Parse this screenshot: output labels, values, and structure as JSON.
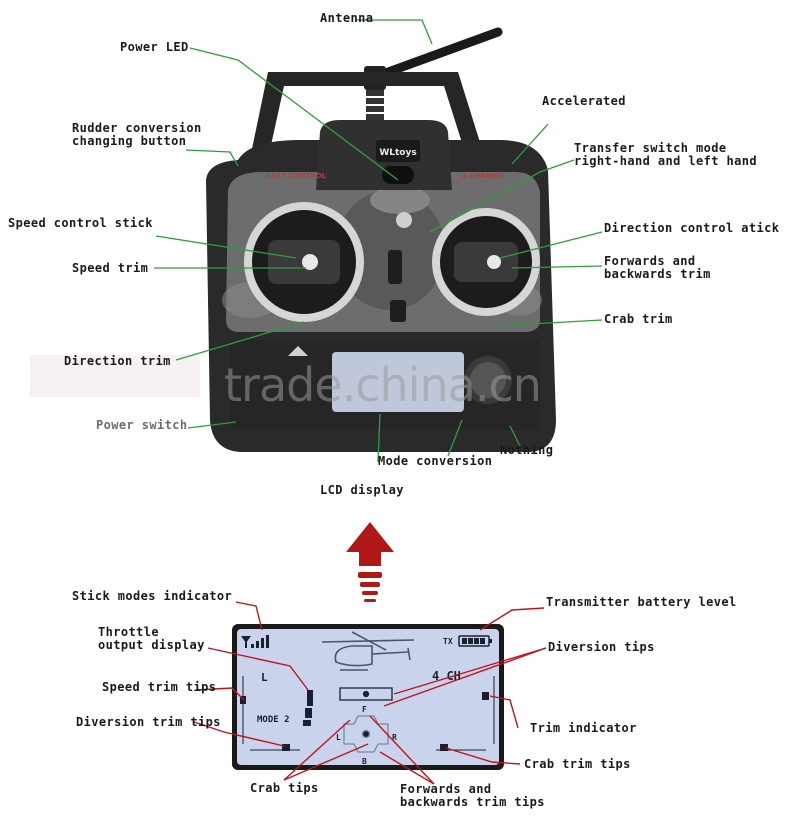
{
  "labels": {
    "antenna": "Antenna",
    "power_led": "Power LED",
    "accelerated": "Accelerated",
    "rudder": "Rudder conversion\nchanging button",
    "transfer_switch": "Transfer switch mode\nright-hand and left hand",
    "speed_control_stick": "Speed control stick",
    "direction_control_stick": "Direction control atick",
    "speed_trim": "Speed trim",
    "forwards_backwards_trim": "Forwards and\nbackwards trim",
    "crab_trim": "Crab trim",
    "direction_trim": "Direction trim",
    "power_switch": "Power switch",
    "nothing": "Nothing",
    "mode_conversion": "Mode conversion",
    "lcd_display": "LCD display",
    "stick_modes_indicator": "Stick modes indicator",
    "transmitter_battery_level": "Transmitter battery level",
    "throttle_output_display": "Throttle\noutput display",
    "diversion_tips": "Diversion tips",
    "speed_trim_tips": "Speed trim tips",
    "trim_indicator": "Trim indicator",
    "diversion_trim_tips": "Diversion trim tips",
    "crab_trim_tips": "Crab trim tips",
    "crab_tips": "Crab tips",
    "forwards_backwards_trim_tips": "Forwards and\nbackwards trim tips"
  },
  "transmitter": {
    "brand": "WLtoys",
    "left_panel_text": "EASY CONTROL",
    "right_panel_text": "4-CHANNEL"
  },
  "lcd": {
    "channel": "4 CH",
    "mode": "MODE 2",
    "tx": "TX",
    "stick_side": "L",
    "left_marker": "L",
    "right_marker": "R",
    "forward_marker": "F",
    "back_marker": "B"
  },
  "watermark": "trade.china.cn",
  "colors": {
    "leader_line": "#2e9e3a",
    "callout_line": "#c0141b",
    "arrow": "#b01818",
    "lcd_screen": "#c9d4ec",
    "body": "#2a2a2a"
  }
}
